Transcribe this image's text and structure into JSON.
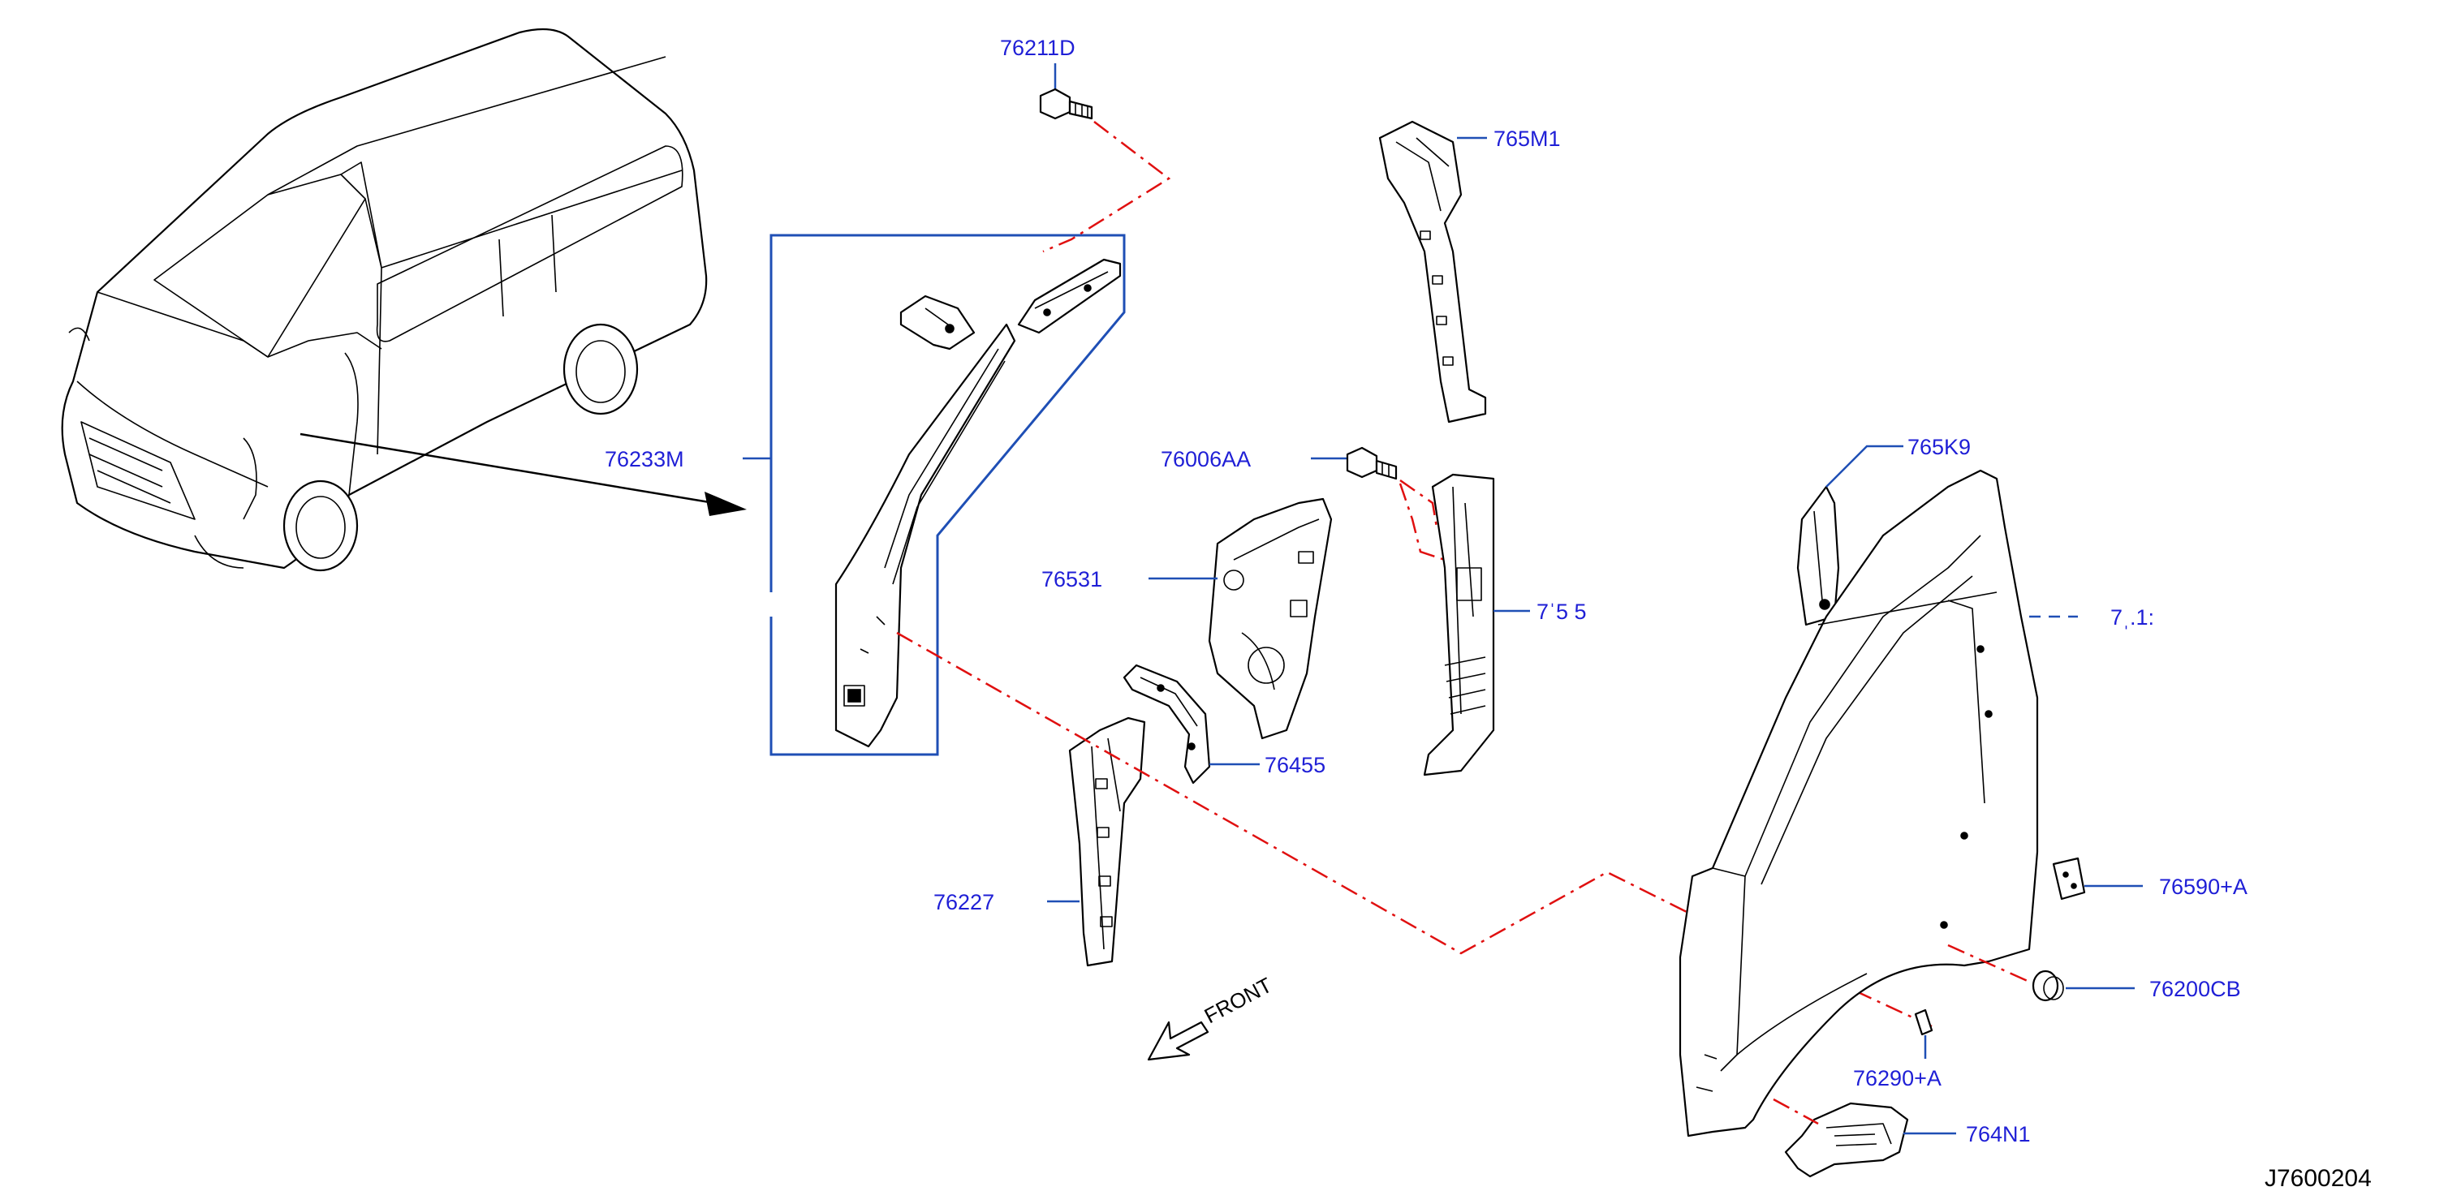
{
  "diagram": {
    "drawing_code": "J7600204",
    "front_label": "FRONT",
    "part_numbers": {
      "p76211D": "76211D",
      "p765M1": "765M1",
      "p76233M": "76233M",
      "p76006AA": "76006AA",
      "p76531": "76531",
      "p765K9": "765K9",
      "p76455": "76455",
      "p76227": "76227",
      "p76590A": "76590+A",
      "p76200CB": "76200CB",
      "p76290A": "76290+A",
      "p764N1": "764N1",
      "partial_right_mid": "7ˌ.1:",
      "partial_center": "7ˈ5 5"
    },
    "colors": {
      "label": "#1f1fd6",
      "leader": "#1f4fb5",
      "dash": "#e01010",
      "ink": "#000000"
    }
  }
}
